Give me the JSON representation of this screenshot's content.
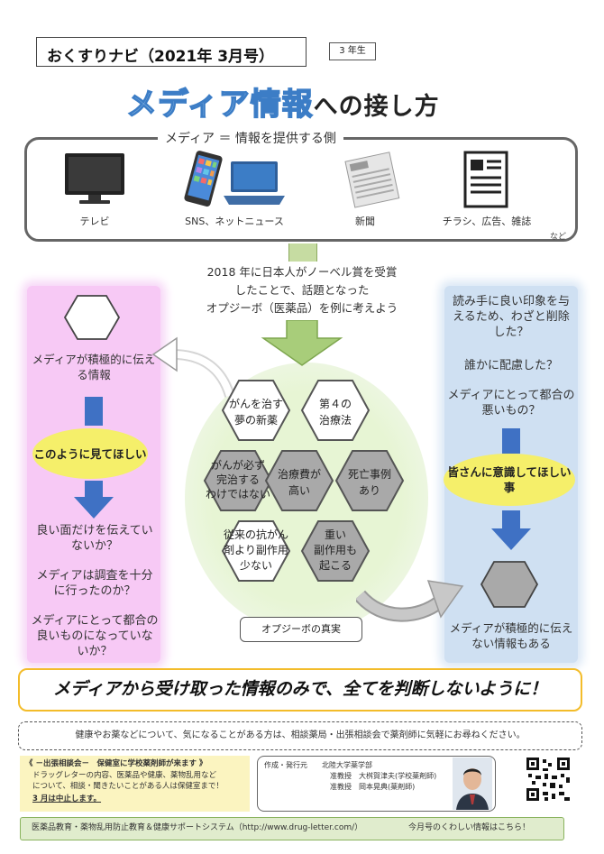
{
  "header": {
    "brand": "おくすりナビ（2021年 3月号）",
    "grade": "3 年生",
    "title_highlight": "メディア情報",
    "title_rest": "への接し方"
  },
  "media": {
    "heading": "メディア ＝ 情報を提供する側",
    "items": [
      {
        "label": "テレビ",
        "icon": "tv-icon"
      },
      {
        "label": "SNS、ネットニュース",
        "icon": "smartphone-laptop-icon"
      },
      {
        "label": "新聞",
        "icon": "newspaper-icon"
      },
      {
        "label": "チラシ、広告、雑誌",
        "icon": "flyer-icon"
      }
    ],
    "etc": "など"
  },
  "center_intro": {
    "line1": "2018 年に日本人がノーベル賞を受賞",
    "line2": "したことで、話題となった",
    "line3": "オプジーボ（医薬品）を例に考えよう"
  },
  "hexagons": {
    "white": [
      {
        "line1": "がんを治す",
        "line2": "夢の新薬",
        "line3": ""
      },
      {
        "line1": "第４の",
        "line2": "治療法",
        "line3": ""
      },
      {
        "line1": "従来の抗がん",
        "line2": "剤より副作用",
        "line3": "少ない"
      }
    ],
    "gray": [
      {
        "line1": "がんが必ず",
        "line2": "完治する",
        "line3": "わけではない"
      },
      {
        "line1": "治療費が",
        "line2": "高い",
        "line3": ""
      },
      {
        "line1": "死亡事例",
        "line2": "あり",
        "line3": ""
      },
      {
        "line1": "重い",
        "line2": "副作用も",
        "line3": "起こる"
      }
    ],
    "caption": "オプジーボの真実"
  },
  "left_panel": {
    "info": "メディアが積極的に伝える情報",
    "ellipse": "このように見てほしい",
    "q1": "良い面だけを伝えていないか？",
    "q2": "メディアは調査を十分に行ったのか？",
    "q3": "メディアにとって都合の良いものになっていないか？"
  },
  "right_panel": {
    "q1": "読み手に良い印象を与えるため、わざと削除した？",
    "q2": "誰かに配慮した？",
    "q3": "メディアにとって都合の悪いもの？",
    "ellipse": "皆さんに意識してほしい事",
    "info": "メディアが積極的に伝えない情報もある"
  },
  "banner": "メディアから受け取った情報のみで、全てを判断しないように！",
  "consult": "健康やお薬などについて、気になることがある方は、相談薬局・出張相談会で薬剤師に気軽にお尋ねください。",
  "outreach": {
    "title": "《 －出張相談会－　保健室に学校薬剤師が来ます 》",
    "line1": "ドラッグレターの内容、医薬品や健康、薬物乱用など",
    "line2": "について、相談・聞きたいことがある人は保健室まで！",
    "note": "3 月は中止します。"
  },
  "publisher": {
    "label": "作成・発行元",
    "org": "北陸大学薬学部",
    "person1": "准教授　大桝賀津夫(学校薬剤師)",
    "person2": "准教授　岡本晃典(薬剤師)"
  },
  "footer": {
    "system": "医薬品教育・薬物乱用防止教育＆健康サポートシステム（http://www.drug-letter.com/）",
    "more": "今月号のくわしい情報はこちら！"
  },
  "colors": {
    "title_blue": "#3c7dc6",
    "pink_panel": "#f7c9f5",
    "blue_panel": "#cfe0f2",
    "ellipse_yellow": "#f5ef6a",
    "banner_border": "#f3bc2a",
    "hex_gray": "#a9a9a9",
    "arrow_blue": "#3f71c4",
    "arrow_green": "#a8cd7a"
  }
}
